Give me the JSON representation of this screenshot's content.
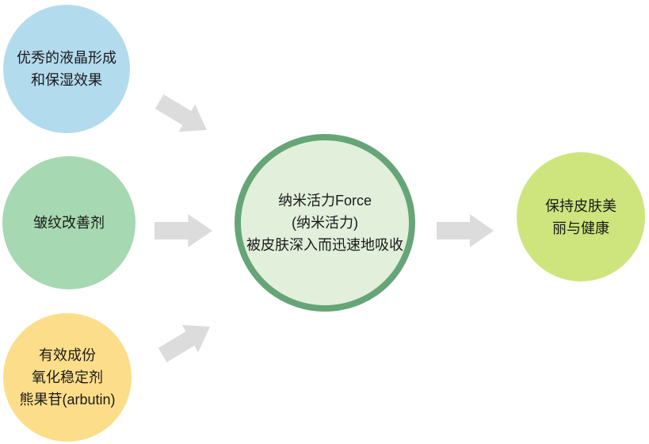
{
  "colors": {
    "background": "#FFFFFF",
    "text": "#1A1A1A",
    "arrow": "#DCDCDC",
    "node_liquid_crystal": "#B3DBEE",
    "node_wrinkle": "#A6D8B1",
    "node_ingredients": "#FCDE8A",
    "node_nano_force_fill": "#E1EFDB",
    "node_nano_force_border": "#65A577",
    "node_result": "#CEE47D"
  },
  "diagram": {
    "inputs": [
      {
        "id": "liquid-crystal",
        "lines": [
          "优秀的液晶形成",
          "和保湿效果"
        ]
      },
      {
        "id": "wrinkle",
        "lines": [
          "皱纹改善剂"
        ]
      },
      {
        "id": "ingredients",
        "lines": [
          "有效成份",
          "氧化稳定剂",
          "熊果苷(arbutin)"
        ]
      }
    ],
    "center": {
      "lines": [
        "纳米活力Force",
        "(纳米活力)",
        "被皮肤深入而迅速地吸收"
      ]
    },
    "output": {
      "lines": [
        "保持皮肤美",
        "丽与健康"
      ]
    }
  }
}
